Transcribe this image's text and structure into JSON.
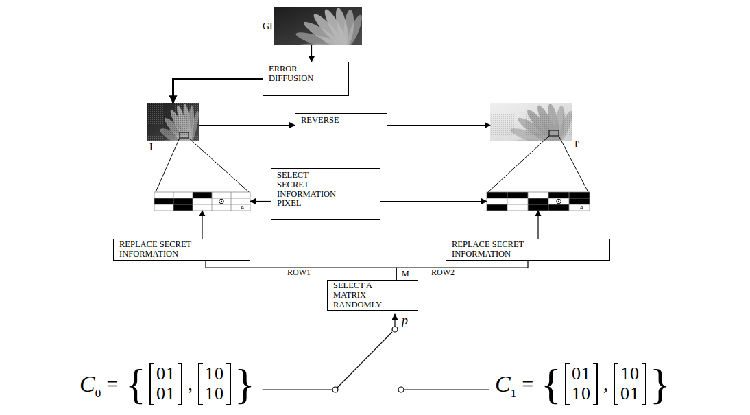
{
  "diagram": {
    "nodes": [
      {
        "text": [
          "GI"
        ]
      },
      {
        "text": [
          "ERROR DIFFUSION"
        ]
      },
      {
        "text": [
          "I"
        ]
      },
      {
        "text": [
          "REVERSE"
        ]
      },
      {
        "text": [
          "I'"
        ]
      },
      {
        "text": [
          "A"
        ]
      },
      {
        "text": [
          "SELECT SECRET INFORMATION PIXEL"
        ]
      },
      {
        "text": [
          "A"
        ]
      },
      {
        "text": [
          "REPLACE SECRET INFORMATION"
        ]
      },
      {
        "text": [
          "REPLACE SECRET INFORMATION"
        ]
      },
      {
        "text": [
          "SELECT A MATRIX RANDOMLY"
        ]
      }
    ],
    "edges": [
      {
        "from": 0,
        "to": 1,
        "arrow": "to"
      },
      {
        "from": 1,
        "to": 2,
        "arrow": "to"
      },
      {
        "from": 2,
        "to": 3,
        "arrow": "to"
      },
      {
        "from": 3,
        "to": 4,
        "arrow": "to"
      },
      {
        "from": 6,
        "to": 5,
        "arrow": "to"
      },
      {
        "from": 6,
        "to": 7,
        "arrow": "to"
      },
      {
        "from": 8,
        "to": 5,
        "arrow": "to"
      },
      {
        "from": 9,
        "to": 7,
        "arrow": "to"
      },
      {
        "from": 10,
        "to": 8,
        "arrow": "none",
        "label": "ROW1"
      },
      {
        "from": 10,
        "to": 9,
        "arrow": "none",
        "label": "ROW2"
      }
    ],
    "labels": [
      "M",
      "p",
      "C",
      "0",
      "=",
      "{",
      "01",
      "01",
      ",",
      "10",
      "10",
      "}",
      "C",
      "1",
      "=",
      "{",
      "01",
      "10",
      ",",
      "10",
      "01",
      "}"
    ]
  }
}
